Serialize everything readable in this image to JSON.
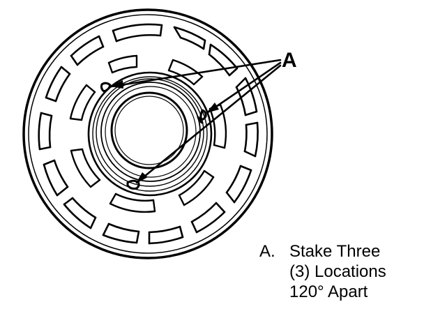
{
  "callout": {
    "letter": "A"
  },
  "legend": {
    "key": "A.",
    "lines": [
      "Stake Three",
      "(3) Locations",
      "120° Apart"
    ]
  },
  "colors": {
    "ink": "#000000",
    "paper": "#ffffff"
  }
}
